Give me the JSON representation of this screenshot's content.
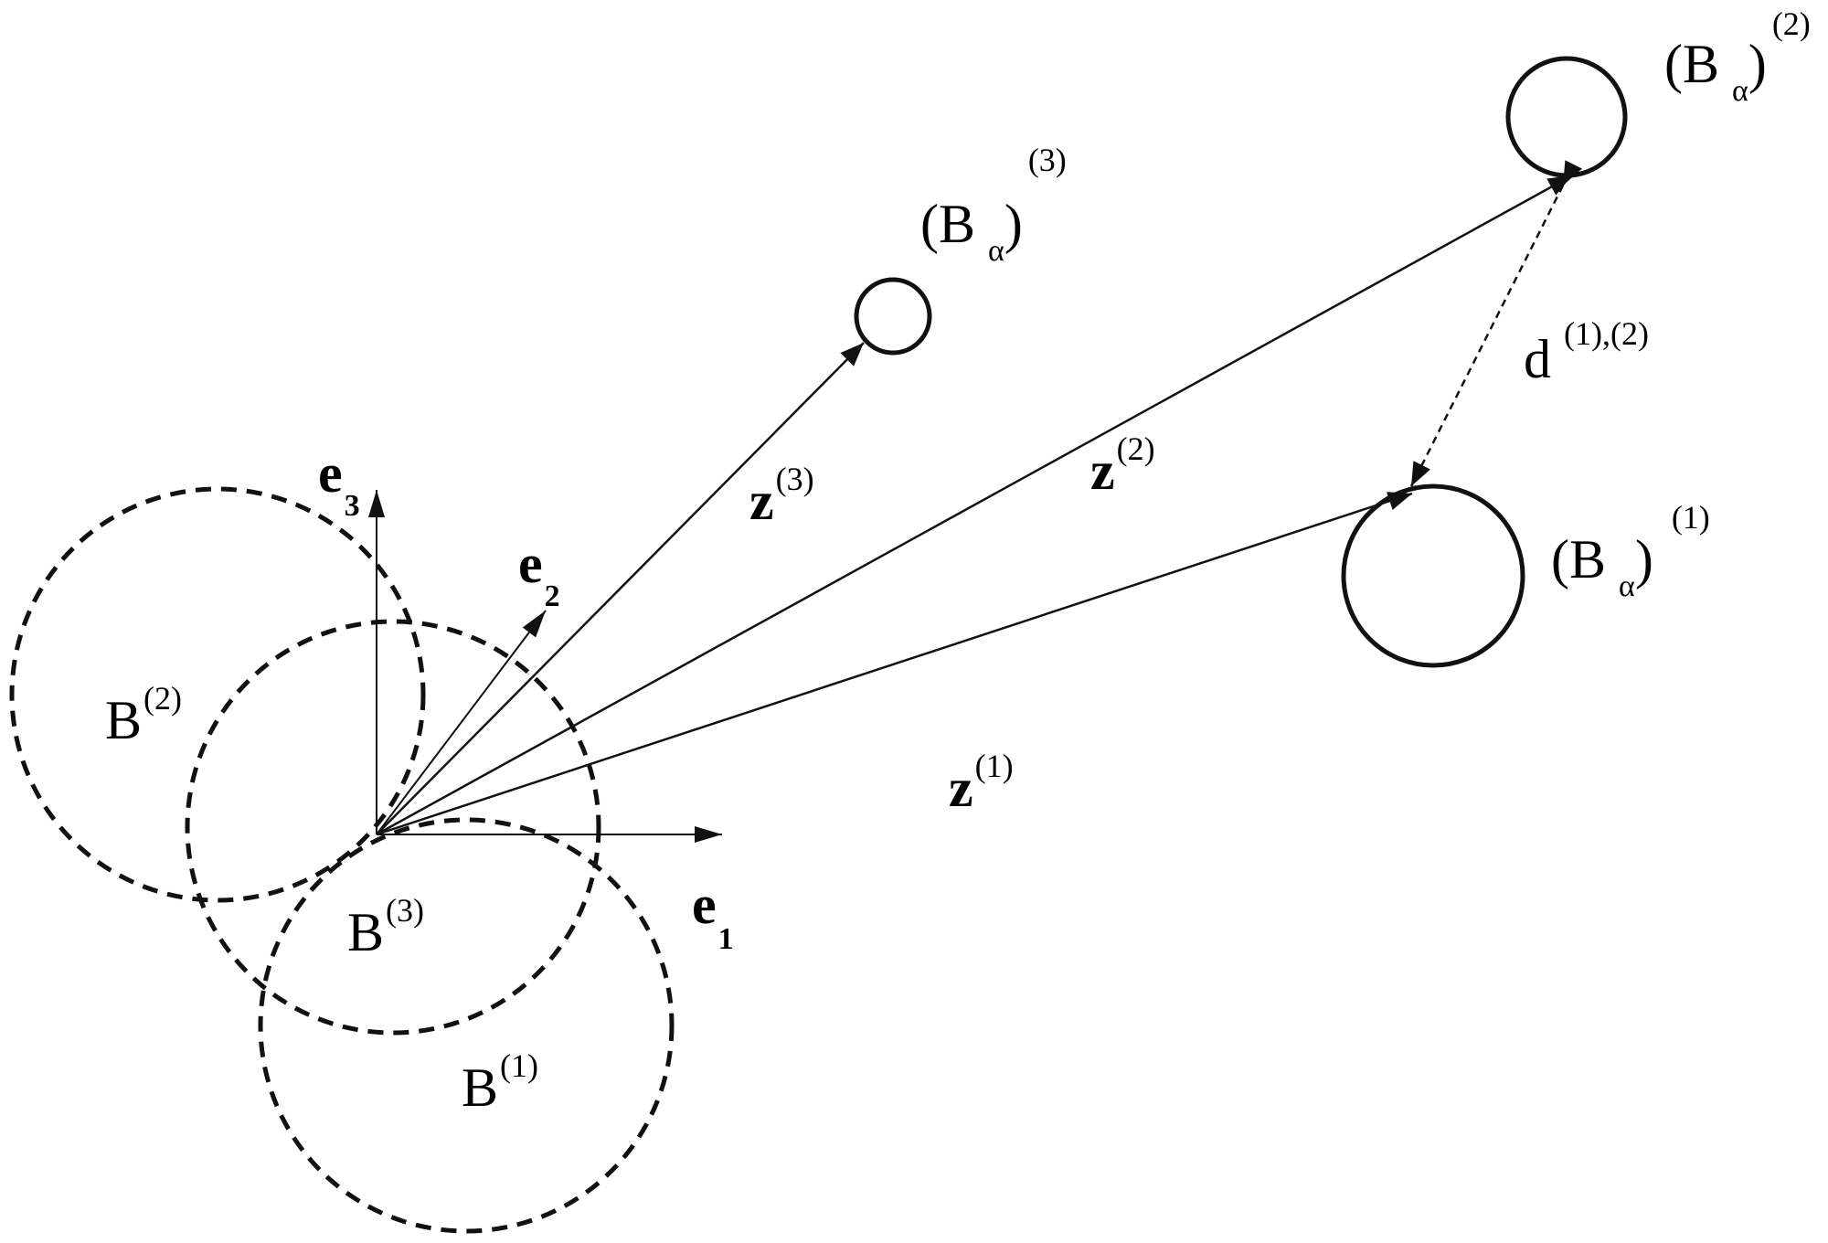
{
  "origin_balls": {
    "b1": {
      "base": "B",
      "sup": "(1)"
    },
    "b2": {
      "base": "B",
      "sup": "(2)"
    },
    "b3": {
      "base": "B",
      "sup": "(3)"
    }
  },
  "basis": {
    "e1": {
      "base": "e",
      "sub": "1"
    },
    "e2": {
      "base": "e",
      "sub": "2"
    },
    "e3": {
      "base": "e",
      "sub": "3"
    }
  },
  "vectors": {
    "z1": {
      "base": "z",
      "sup": "(1)"
    },
    "z2": {
      "base": "z",
      "sup": "(2)"
    },
    "z3": {
      "base": "z",
      "sup": "(3)"
    }
  },
  "target_balls": {
    "ba1": {
      "open": "(B",
      "sub": "α",
      "close": ")",
      "sup": "(1)"
    },
    "ba2": {
      "open": "(B",
      "sub": "α",
      "close": ")",
      "sup": "(2)"
    },
    "ba3": {
      "open": "(B",
      "sub": "α",
      "close": ")",
      "sup": "(3)"
    }
  },
  "distance": {
    "base": "d",
    "sup": "(1),(2)"
  }
}
